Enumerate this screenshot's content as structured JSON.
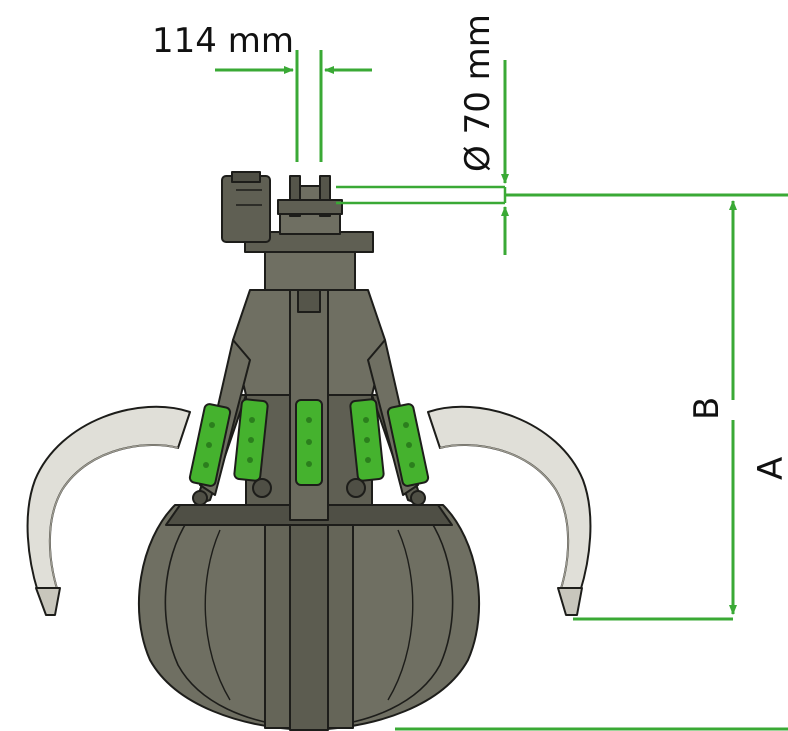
{
  "dimensions": {
    "width_label": "114 mm",
    "diameter_label": "Ø 70 mm",
    "label_b": "B",
    "label_a": "A"
  },
  "colors": {
    "dimension_line": "#3aa935",
    "body": "#6f6f62",
    "body_dark": "#4f4f45",
    "outline": "#1d1d1a",
    "tine": "#e0dfd8",
    "tine_shade": "#c8c6bc",
    "cylinder": "#45b22e",
    "cylinder_dark": "#2b7f1d"
  }
}
